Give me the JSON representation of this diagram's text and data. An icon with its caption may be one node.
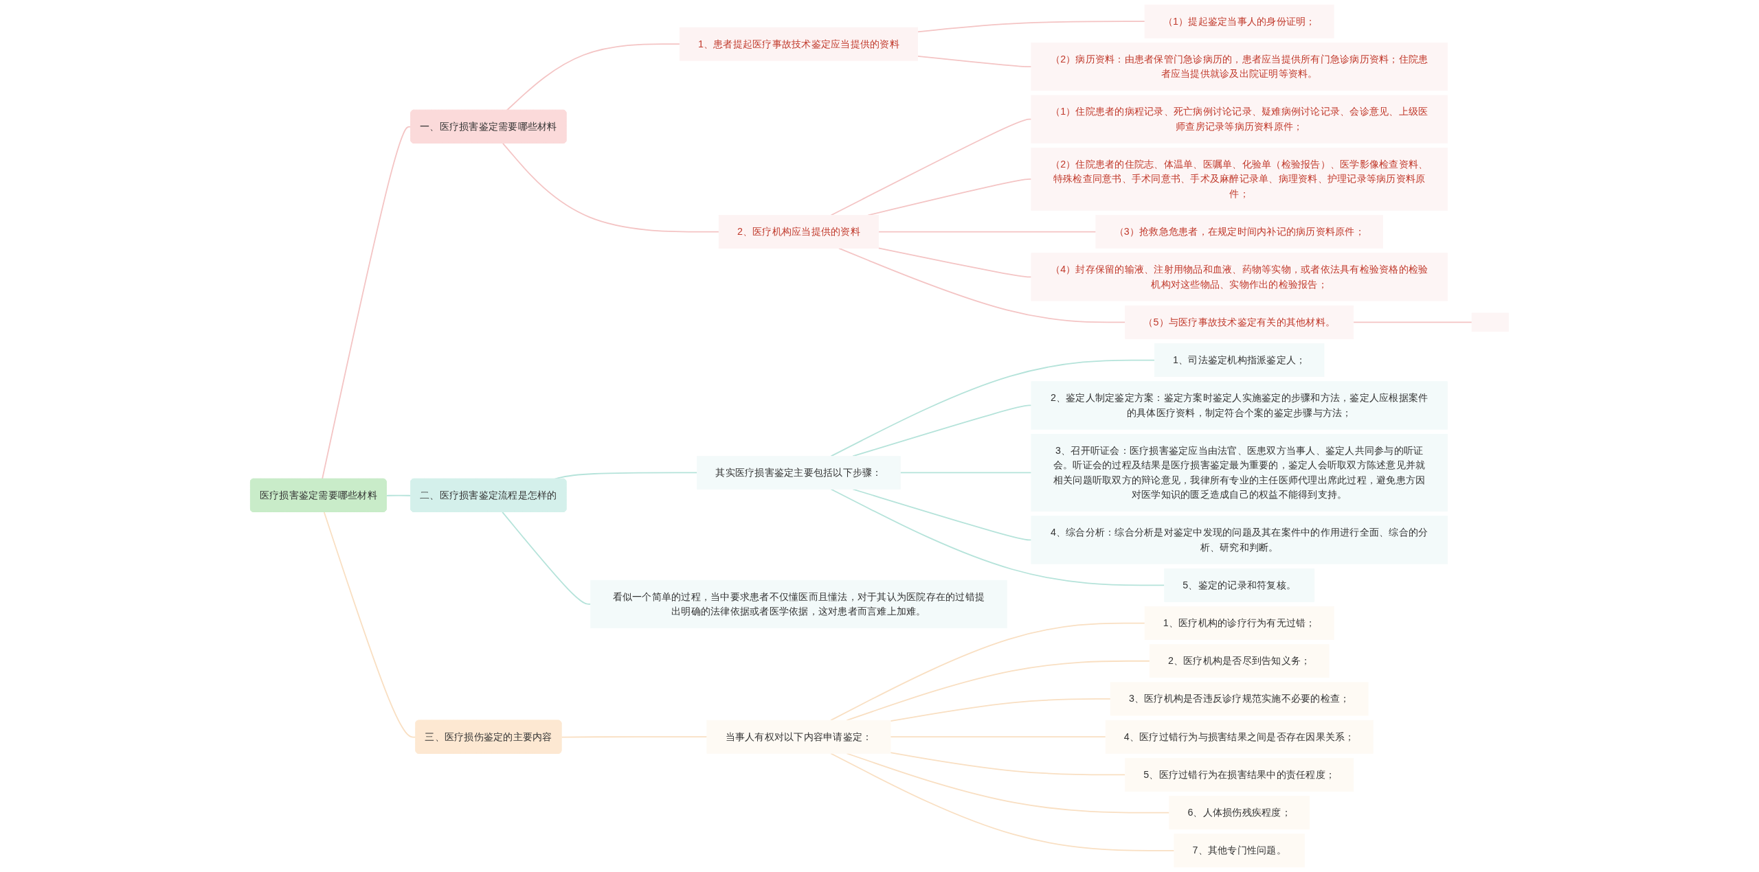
{
  "diagram": {
    "nodes": [
      {
        "text": [
          "医疗损害鉴定需要哪些材料"
        ]
      },
      {
        "text": [
          "一、医疗损害鉴定需要哪些材料"
        ]
      },
      {
        "text": [
          "1、患者提起医疗事故技术鉴定应当提供的资料"
        ]
      },
      {
        "text": [
          "（1）提起鉴定当事人的身份证明；"
        ]
      },
      {
        "text": [
          "（2）病历资料：由患者保管门急诊病历的，患者应当提供所有门急诊病历资料；住院患者应当提供就诊及出院证明等资料。"
        ]
      },
      {
        "text": [
          "2、医疗机构应当提供的资料"
        ]
      },
      {
        "text": [
          "（1）住院患者的病程记录、死亡病例讨论记录、疑难病例讨论记录、会诊意见、上级医师查房记录等病历资料原件；"
        ]
      },
      {
        "text": [
          "（2）住院患者的住院志、体温单、医嘱单、化验单（检验报告）、医学影像检查资料、特殊检查同意书、手术同意书、手术及麻醉记录单、病理资料、护理记录等病历资料原件；"
        ]
      },
      {
        "text": [
          "（3）抢救急危患者，在规定时间内补记的病历资料原件；"
        ]
      },
      {
        "text": [
          "（4）封存保留的输液、注射用物品和血液、药物等实物，或者依法具有检验资格的检验机构对这些物品、实物作出的检验报告；"
        ]
      },
      {
        "text": [
          "（5）与医疗事故技术鉴定有关的其他材料。"
        ]
      },
      {
        "text": [],
        "shape": "box"
      },
      {
        "text": [
          "二、医疗损害鉴定流程是怎样的"
        ]
      },
      {
        "text": [
          "其实医疗损害鉴定主要包括以下步骤："
        ]
      },
      {
        "text": [
          "1、司法鉴定机构指派鉴定人；"
        ]
      },
      {
        "text": [
          "2、鉴定人制定鉴定方案：鉴定方案时鉴定人实施鉴定的步骤和方法，鉴定人应根据案件的具体医疗资料，制定符合个案的鉴定步骤与方法；"
        ]
      },
      {
        "text": [
          "3、召开听证会：医疗损害鉴定应当由法官、医患双方当事人、鉴定人共同参与的听证会。听证会的过程及结果是医疗损害鉴定最为重要的，鉴定人会听取双方陈述意见并就相关问题听取双方的辩论意见，我律所有专业的主任医师代理出席此过程，避免患方因对医学知识的匮乏造成自己的权益不能得到支持。"
        ]
      },
      {
        "text": [
          "4、综合分析：综合分析是对鉴定中发现的问题及其在案件中的作用进行全面、综合的分析、研究和判断。"
        ]
      },
      {
        "text": [
          "5、鉴定的记录和符复核。"
        ]
      },
      {
        "text": [
          "看似一个简单的过程，当中要求患者不仅懂医而且懂法，对于其认为医院存在的过错提出明确的法律依据或者医学依据，这对患者而言难上加难。"
        ]
      },
      {
        "text": [
          "三、医疗损伤鉴定的主要内容"
        ]
      },
      {
        "text": [
          "当事人有权对以下内容申请鉴定："
        ]
      },
      {
        "text": [
          "1、医疗机构的诊疗行为有无过错；"
        ]
      },
      {
        "text": [
          "2、医疗机构是否尽到告知义务；"
        ]
      },
      {
        "text": [
          "3、医疗机构是否违反诊疗规范实施不必要的检查；"
        ]
      },
      {
        "text": [
          "4、医疗过错行为与损害结果之间是否存在因果关系；"
        ]
      },
      {
        "text": [
          "5、医疗过错行为在损害结果中的责任程度；"
        ]
      },
      {
        "text": [
          "6、人体损伤残疾程度；"
        ]
      },
      {
        "text": [
          "7、其他专门性问题。"
        ]
      }
    ],
    "edges": [
      {
        "from": 0,
        "to": 1,
        "arrow": "none",
        "color": "#f4c4c4"
      },
      {
        "from": 1,
        "to": 2,
        "arrow": "none",
        "color": "#f4c4c4"
      },
      {
        "from": 2,
        "to": 3,
        "arrow": "none",
        "color": "#f4c4c4"
      },
      {
        "from": 2,
        "to": 4,
        "arrow": "none",
        "color": "#f4c4c4"
      },
      {
        "from": 1,
        "to": 5,
        "arrow": "none",
        "color": "#f4c4c4"
      },
      {
        "from": 5,
        "to": 6,
        "arrow": "none",
        "color": "#f4c4c4"
      },
      {
        "from": 5,
        "to": 7,
        "arrow": "none",
        "color": "#f4c4c4"
      },
      {
        "from": 5,
        "to": 8,
        "arrow": "none",
        "color": "#f4c4c4"
      },
      {
        "from": 5,
        "to": 9,
        "arrow": "none",
        "color": "#f4c4c4"
      },
      {
        "from": 5,
        "to": 10,
        "arrow": "none",
        "color": "#f4c4c4"
      },
      {
        "from": 10,
        "to": 11,
        "arrow": "none",
        "color": "#f4c4c4"
      },
      {
        "from": 0,
        "to": 12,
        "arrow": "none",
        "color": "#b5e3da"
      },
      {
        "from": 12,
        "to": 13,
        "arrow": "none",
        "color": "#b5e3da"
      },
      {
        "from": 13,
        "to": 14,
        "arrow": "none",
        "color": "#b5e3da"
      },
      {
        "from": 13,
        "to": 15,
        "arrow": "none",
        "color": "#b5e3da"
      },
      {
        "from": 13,
        "to": 16,
        "arrow": "none",
        "color": "#b5e3da"
      },
      {
        "from": 13,
        "to": 17,
        "arrow": "none",
        "color": "#b5e3da"
      },
      {
        "from": 13,
        "to": 18,
        "arrow": "none",
        "color": "#b5e3da"
      },
      {
        "from": 12,
        "to": 19,
        "arrow": "none",
        "color": "#b5e3da"
      },
      {
        "from": 0,
        "to": 20,
        "arrow": "none",
        "color": "#f9dfc2"
      },
      {
        "from": 20,
        "to": 21,
        "arrow": "none",
        "color": "#f9dfc2"
      },
      {
        "from": 21,
        "to": 22,
        "arrow": "none",
        "color": "#f9dfc2"
      },
      {
        "from": 21,
        "to": 23,
        "arrow": "none",
        "color": "#f9dfc2"
      },
      {
        "from": 21,
        "to": 24,
        "arrow": "none",
        "color": "#f9dfc2"
      },
      {
        "from": 21,
        "to": 25,
        "arrow": "none",
        "color": "#f9dfc2"
      },
      {
        "from": 21,
        "to": 26,
        "arrow": "none",
        "color": "#f9dfc2"
      },
      {
        "from": 21,
        "to": 27,
        "arrow": "none",
        "color": "#f9dfc2"
      },
      {
        "from": 21,
        "to": 28,
        "arrow": "none",
        "color": "#f9dfc2"
      }
    ]
  }
}
